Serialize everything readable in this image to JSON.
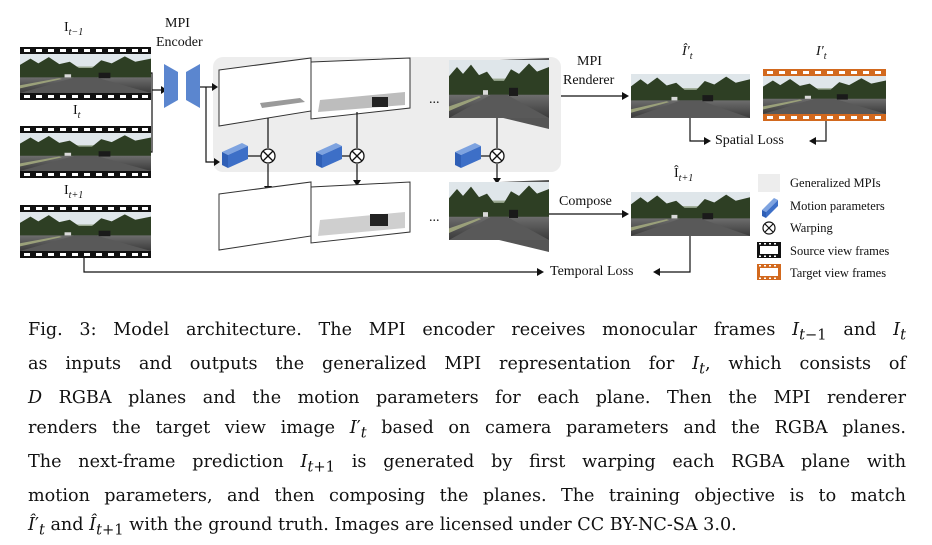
{
  "labels": {
    "frame_prev": "I",
    "frame_prev_sub": "t−1",
    "frame_cur": "I",
    "frame_cur_sub": "t",
    "frame_next": "I",
    "frame_next_sub": "t+1",
    "encoder": "MPI",
    "encoder2": "Encoder",
    "renderer": "MPI",
    "renderer2": "Renderer",
    "pred_target": "Î′",
    "pred_target_sub": "t",
    "gt_target": "I′",
    "gt_target_sub": "t",
    "pred_next": "Î",
    "pred_next_sub": "t+1",
    "compose": "Compose",
    "spatial_loss": "Spatial Loss",
    "temporal_loss": "Temporal Loss",
    "ellipsis": "..."
  },
  "legend": {
    "mpi": "Generalized MPIs",
    "motion": "Motion parameters",
    "warping": "Warping",
    "source": "Source view frames",
    "target": "Target view frames"
  },
  "colors": {
    "encoder_blue": "#5b86cf",
    "motion_blue": "#3d6fc7",
    "mpi_panel": "#ededed",
    "target_orange": "#d2691e"
  },
  "caption": {
    "lines": [
      "Fig. 3: Model architecture. The MPI encoder receives monocular frames I",
      "as inputs and outputs the generalized MPI representation for I",
      "D RGBA planes and the motion parameters for each plane. Then the MPI renderer",
      "renders the target view image I′",
      "The next-frame prediction I",
      "motion parameters, and then composing the planes. The training objective is to match",
      "Î′",
      "Images are licensed under CC BY-NC-SA 3.0."
    ],
    "l1_a": "Fig. 3: Model architecture. The MPI encoder receives monocular frames",
    "l1_b": "and",
    "l2_a": "as inputs and outputs the generalized MPI representation for",
    "l2_b": ", which consists of",
    "l3": "RGBA planes and the motion parameters for each plane. Then the MPI renderer",
    "l3_d": "D",
    "l4_a": "renders the target view image",
    "l4_b": "based on camera parameters and the RGBA planes.",
    "l5_a": "The next-frame prediction",
    "l5_b": "is generated by first warping each RGBA plane with",
    "l6": "motion parameters, and then composing the planes. The training objective is to match",
    "l7_b": "and",
    "l7_c": "with the ground truth. Images are licensed under CC BY-NC-SA 3.0."
  }
}
